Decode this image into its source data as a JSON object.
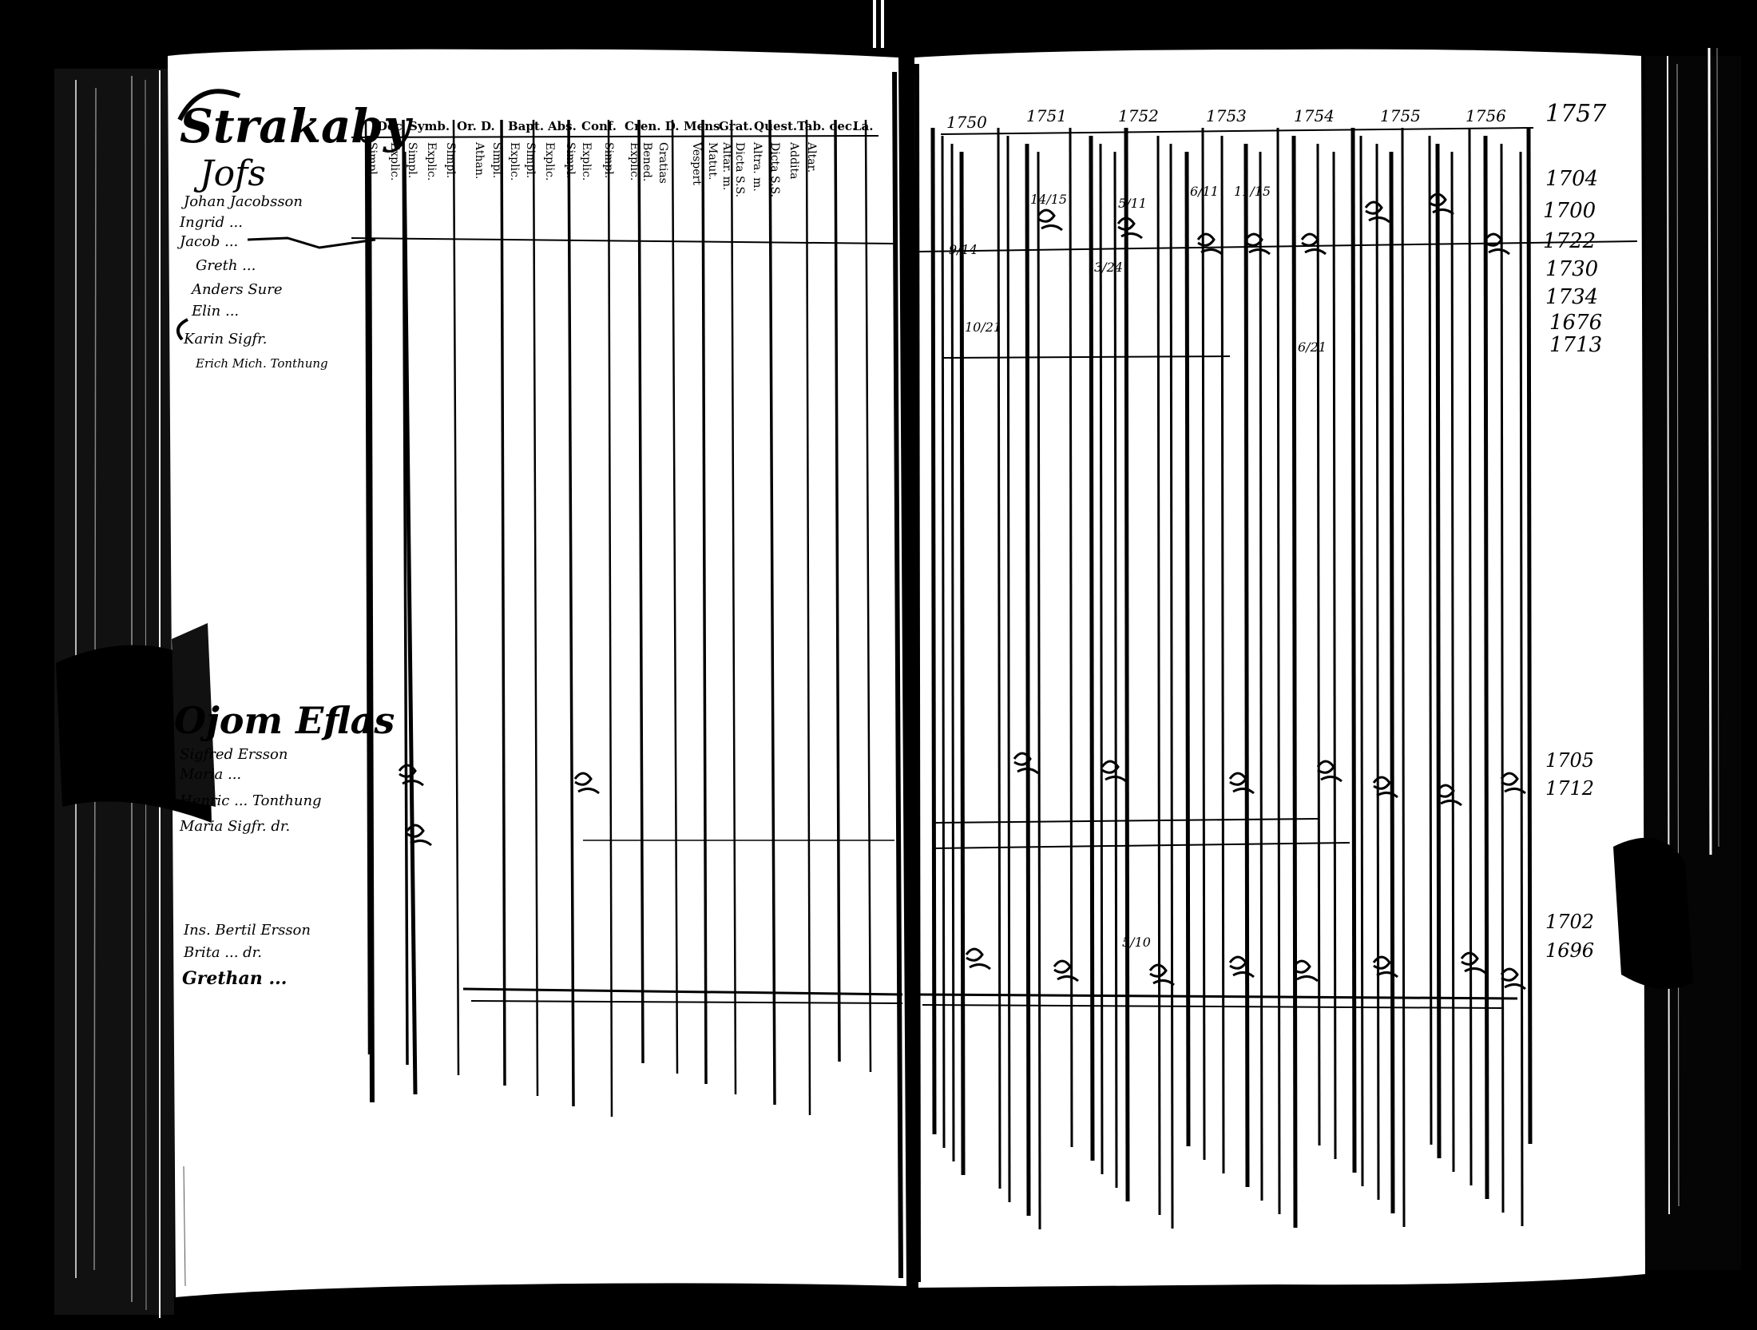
{
  "left_page": {
    "header_columns": [
      "Dec",
      "Symb.",
      "Or. D.",
      "Bapt.",
      "Abs.",
      "Conf.",
      "Cren. D.",
      "Mens.",
      "Grat.",
      "Quest.",
      "Tab. oec.",
      "La."
    ],
    "sub_headers": [
      "Simpl.",
      "Explic.",
      "Simpl.",
      "Explic.",
      "Simpl.",
      "Athan.",
      "Simpl.",
      "Explic.",
      "Simpl.",
      "Explic.",
      "Simpl.",
      "Explic.",
      "Simpl.",
      "Explic.",
      "Bened.",
      "Gratias",
      "Vespert",
      "Matut.",
      "Altar. m.",
      "Dicta S.S.",
      "Altra. m.",
      "Dicta S.S.",
      "Addita",
      "Altar."
    ],
    "groups": [
      {
        "place": "Strakaby",
        "farm": "Jofs",
        "people": [
          "Johan Jacobsson",
          "Ingrid ...",
          "Jacob ...",
          "Greth ...",
          "Anders Sure",
          "Elin ...",
          "Karin Sigfr.",
          "Erich Mich. Tonthung"
        ]
      },
      {
        "place": "Ojom Eflas",
        "people": [
          "Sigfred Ersson",
          "Maria ...",
          "Henric ... Tonthung",
          "Maria Sigfr. dr."
        ]
      },
      {
        "place": "",
        "people": [
          "Ins. Bertil Ersson",
          "Brita ... dr.",
          "Grethan ..."
        ]
      }
    ]
  },
  "right_page": {
    "years": [
      "1750",
      "1751",
      "1752",
      "1753",
      "1754",
      "1755",
      "1756",
      "1757"
    ],
    "birth_years": [
      "1704",
      "1700",
      "1722",
      "1730",
      "1734",
      "1676",
      "1713",
      "1705",
      "1712",
      "1702",
      "1696"
    ],
    "marks": [
      "9/14",
      "10/21",
      "14/15",
      "6/11",
      "5/11",
      "11/15",
      "3/24",
      "6/21",
      "5/10"
    ]
  },
  "colors": {
    "paper": "#ffffff",
    "ink": "#000000",
    "background": "#000000"
  }
}
